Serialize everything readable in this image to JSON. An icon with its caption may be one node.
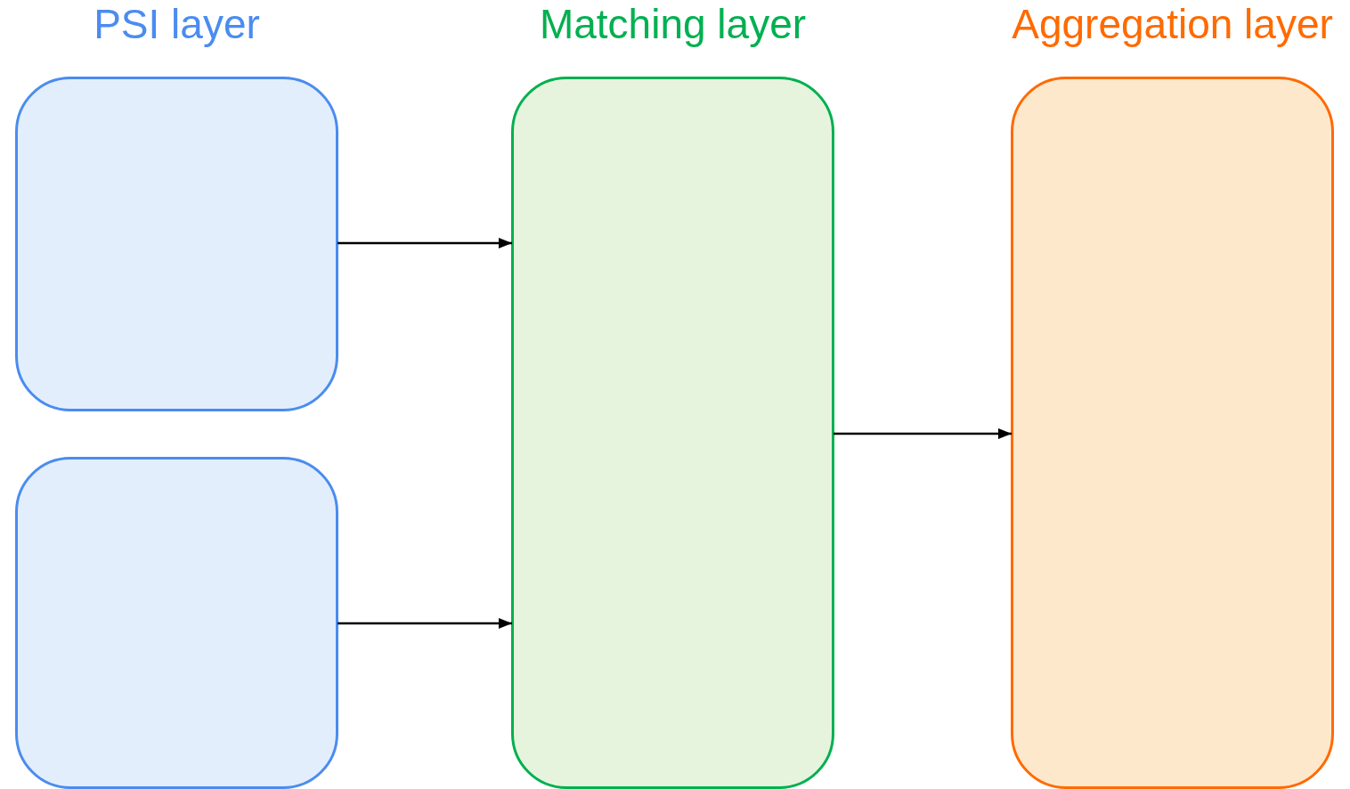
{
  "diagram": {
    "nodes": [
      {
        "text": [
          "PSI layer"
        ]
      },
      {
        "text": [],
        "shape": "box"
      },
      {
        "text": [
          "Matching layer"
        ]
      },
      {
        "text": [
          "Aggregation layer"
        ]
      }
    ],
    "edges": [
      {
        "from": 0,
        "to": 2,
        "arrow": "to"
      },
      {
        "from": 1,
        "to": 2,
        "arrow": "to"
      },
      {
        "from": 2,
        "to": 3,
        "arrow": "to"
      }
    ]
  }
}
